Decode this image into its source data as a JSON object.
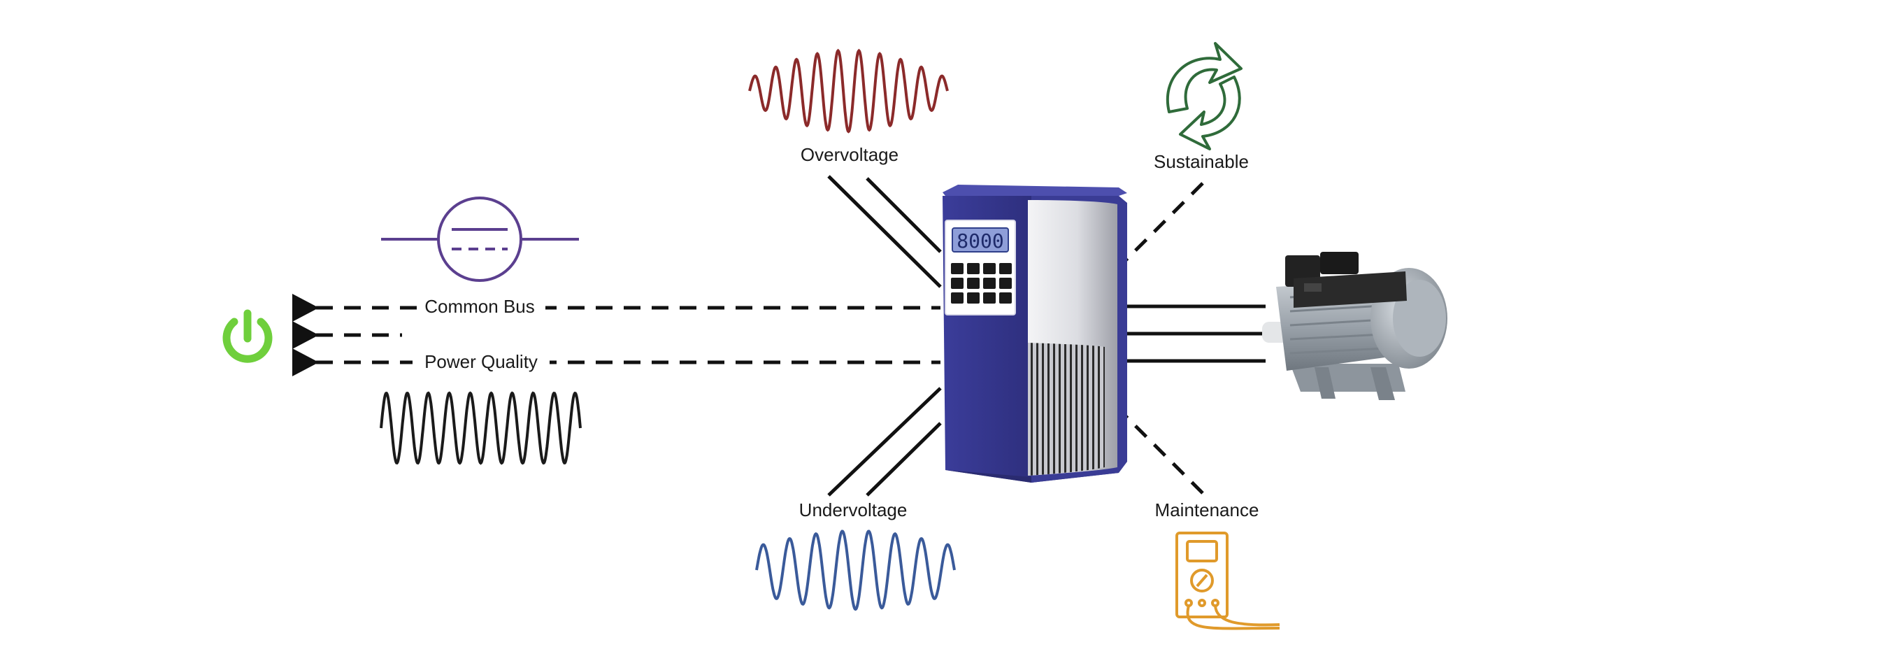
{
  "labels": {
    "overvoltage": "Overvoltage",
    "undervoltage": "Undervoltage",
    "sustainable": "Sustainable",
    "maintenance": "Maintenance",
    "common_bus": "Common Bus",
    "power_quality": "Power Quality"
  },
  "drive_display": "8000",
  "icons": {
    "power": "power-icon",
    "recycle": "recycle-icon",
    "multimeter": "multimeter-icon",
    "motor": "motor-icon",
    "vfd": "vfd-cabinet",
    "bus_symbol": "bus-symbol-icon"
  },
  "colors": {
    "overvoltage_wave": "#8b2a2a",
    "undervoltage_wave": "#3a5a9a",
    "power_quality_wave": "#1a1a1a",
    "bus_symbol": "#5b3f8f",
    "power_icon": "#6fcf3c",
    "recycle_icon": "#2f6b3a",
    "multimeter_icon": "#e09a2b",
    "cabinet_blue": "#3b3d9a"
  }
}
